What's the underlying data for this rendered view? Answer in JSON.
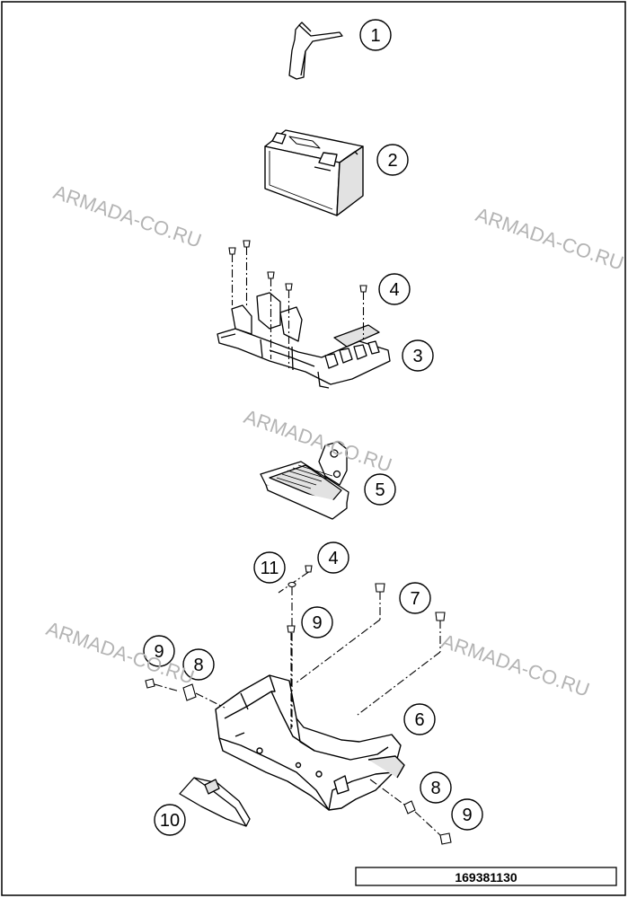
{
  "watermark_text": "ARMADA-CO.RU",
  "drawing_number": "169381130",
  "callouts": {
    "c1": "1",
    "c2": "2",
    "c3": "3",
    "c4a": "4",
    "c5": "5",
    "c4b": "4",
    "c11": "11",
    "c7": "7",
    "c9a": "9",
    "c9b": "9",
    "c8a": "8",
    "c6": "6",
    "c8b": "8",
    "c9c": "9",
    "c10": "10"
  },
  "colors": {
    "line": "#000000",
    "part_fill": "#ffffff",
    "part_shade": "#e2e2e2",
    "watermark": "#b4b4b4"
  }
}
